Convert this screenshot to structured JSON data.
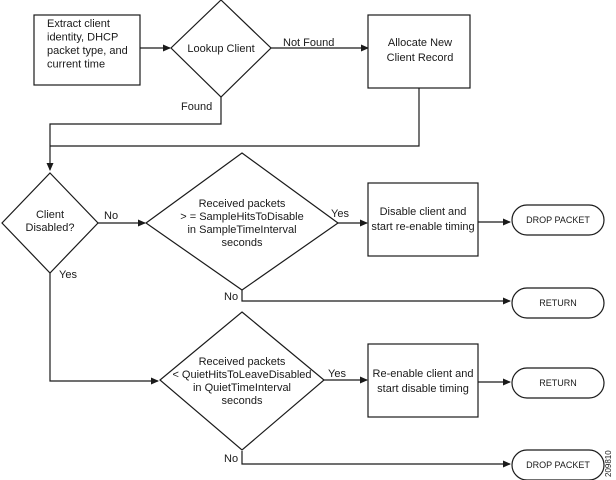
{
  "nodes": {
    "extract": [
      "Extract client",
      "identity, DHCP",
      "packet type, and",
      "current time"
    ],
    "lookup": [
      "Lookup Client"
    ],
    "allocate": [
      "Allocate New",
      "Client Record"
    ],
    "client_disabled": [
      "Client",
      "Disabled?"
    ],
    "sample_check": [
      "Received packets",
      "> = SampleHitsToDisable",
      "in SampleTimeInterval",
      "seconds"
    ],
    "disable_client": [
      "Disable client and",
      "start re-enable timing"
    ],
    "drop_packet_1": [
      "DROP PACKET"
    ],
    "return_1": [
      "RETURN"
    ],
    "quiet_check": [
      "Received packets",
      "< QuietHitsToLeaveDisabled",
      "in QuietTimeInterval",
      "seconds"
    ],
    "reenable_client": [
      "Re-enable client and",
      "start disable timing"
    ],
    "return_2": [
      "RETURN"
    ],
    "drop_packet_2": [
      "DROP PACKET"
    ]
  },
  "edge_labels": {
    "lookup_not_found": "Not Found",
    "lookup_found": "Found",
    "disabled_no": "No",
    "disabled_yes": "Yes",
    "sample_yes": "Yes",
    "sample_no": "No",
    "quiet_yes": "Yes",
    "quiet_no": "No"
  },
  "figure_id": "209810",
  "colors": {
    "stroke": "#1a1a1a",
    "fill": "#ffffff",
    "text": "#1a1a1a"
  }
}
